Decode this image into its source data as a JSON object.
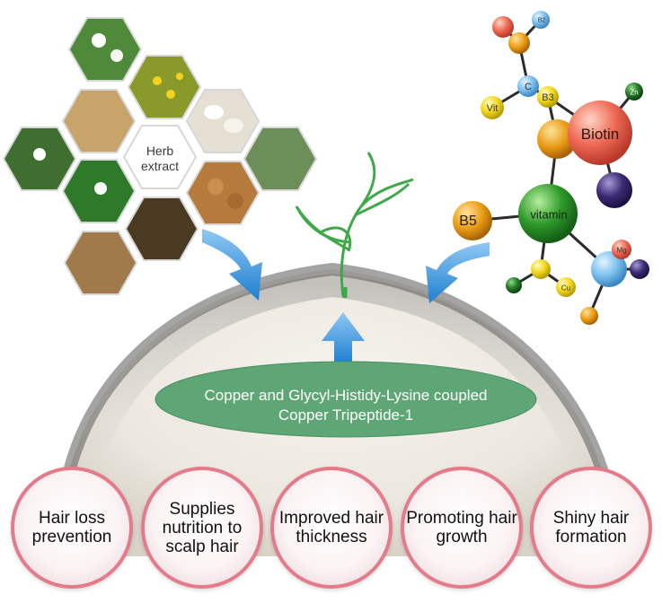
{
  "herb_label": "Herb\nextract",
  "molecules": [
    {
      "text": "Biotin"
    },
    {
      "text": "vitamin"
    },
    {
      "text": "B5"
    },
    {
      "text": "B3"
    },
    {
      "text": "C"
    },
    {
      "text": "Vit"
    },
    {
      "text": "B2"
    },
    {
      "text": "Zn"
    },
    {
      "text": "Mg"
    },
    {
      "text": "Cu"
    }
  ],
  "center": {
    "line1": "Copper and Glycyl-Histidy-Lysine coupled",
    "line2": "Copper Tripeptide-1"
  },
  "benefits": [
    "Hair loss prevention",
    "Supplies nutrition to scalp hair",
    "Improved hair thickness",
    "Promoting hair growth",
    "Shiny hair formation"
  ],
  "colors": {
    "ellipse": "#5fa676",
    "arrow": "#1f7fd0",
    "circle_border": "#e47b8b",
    "sprout": "#3fa94a"
  }
}
